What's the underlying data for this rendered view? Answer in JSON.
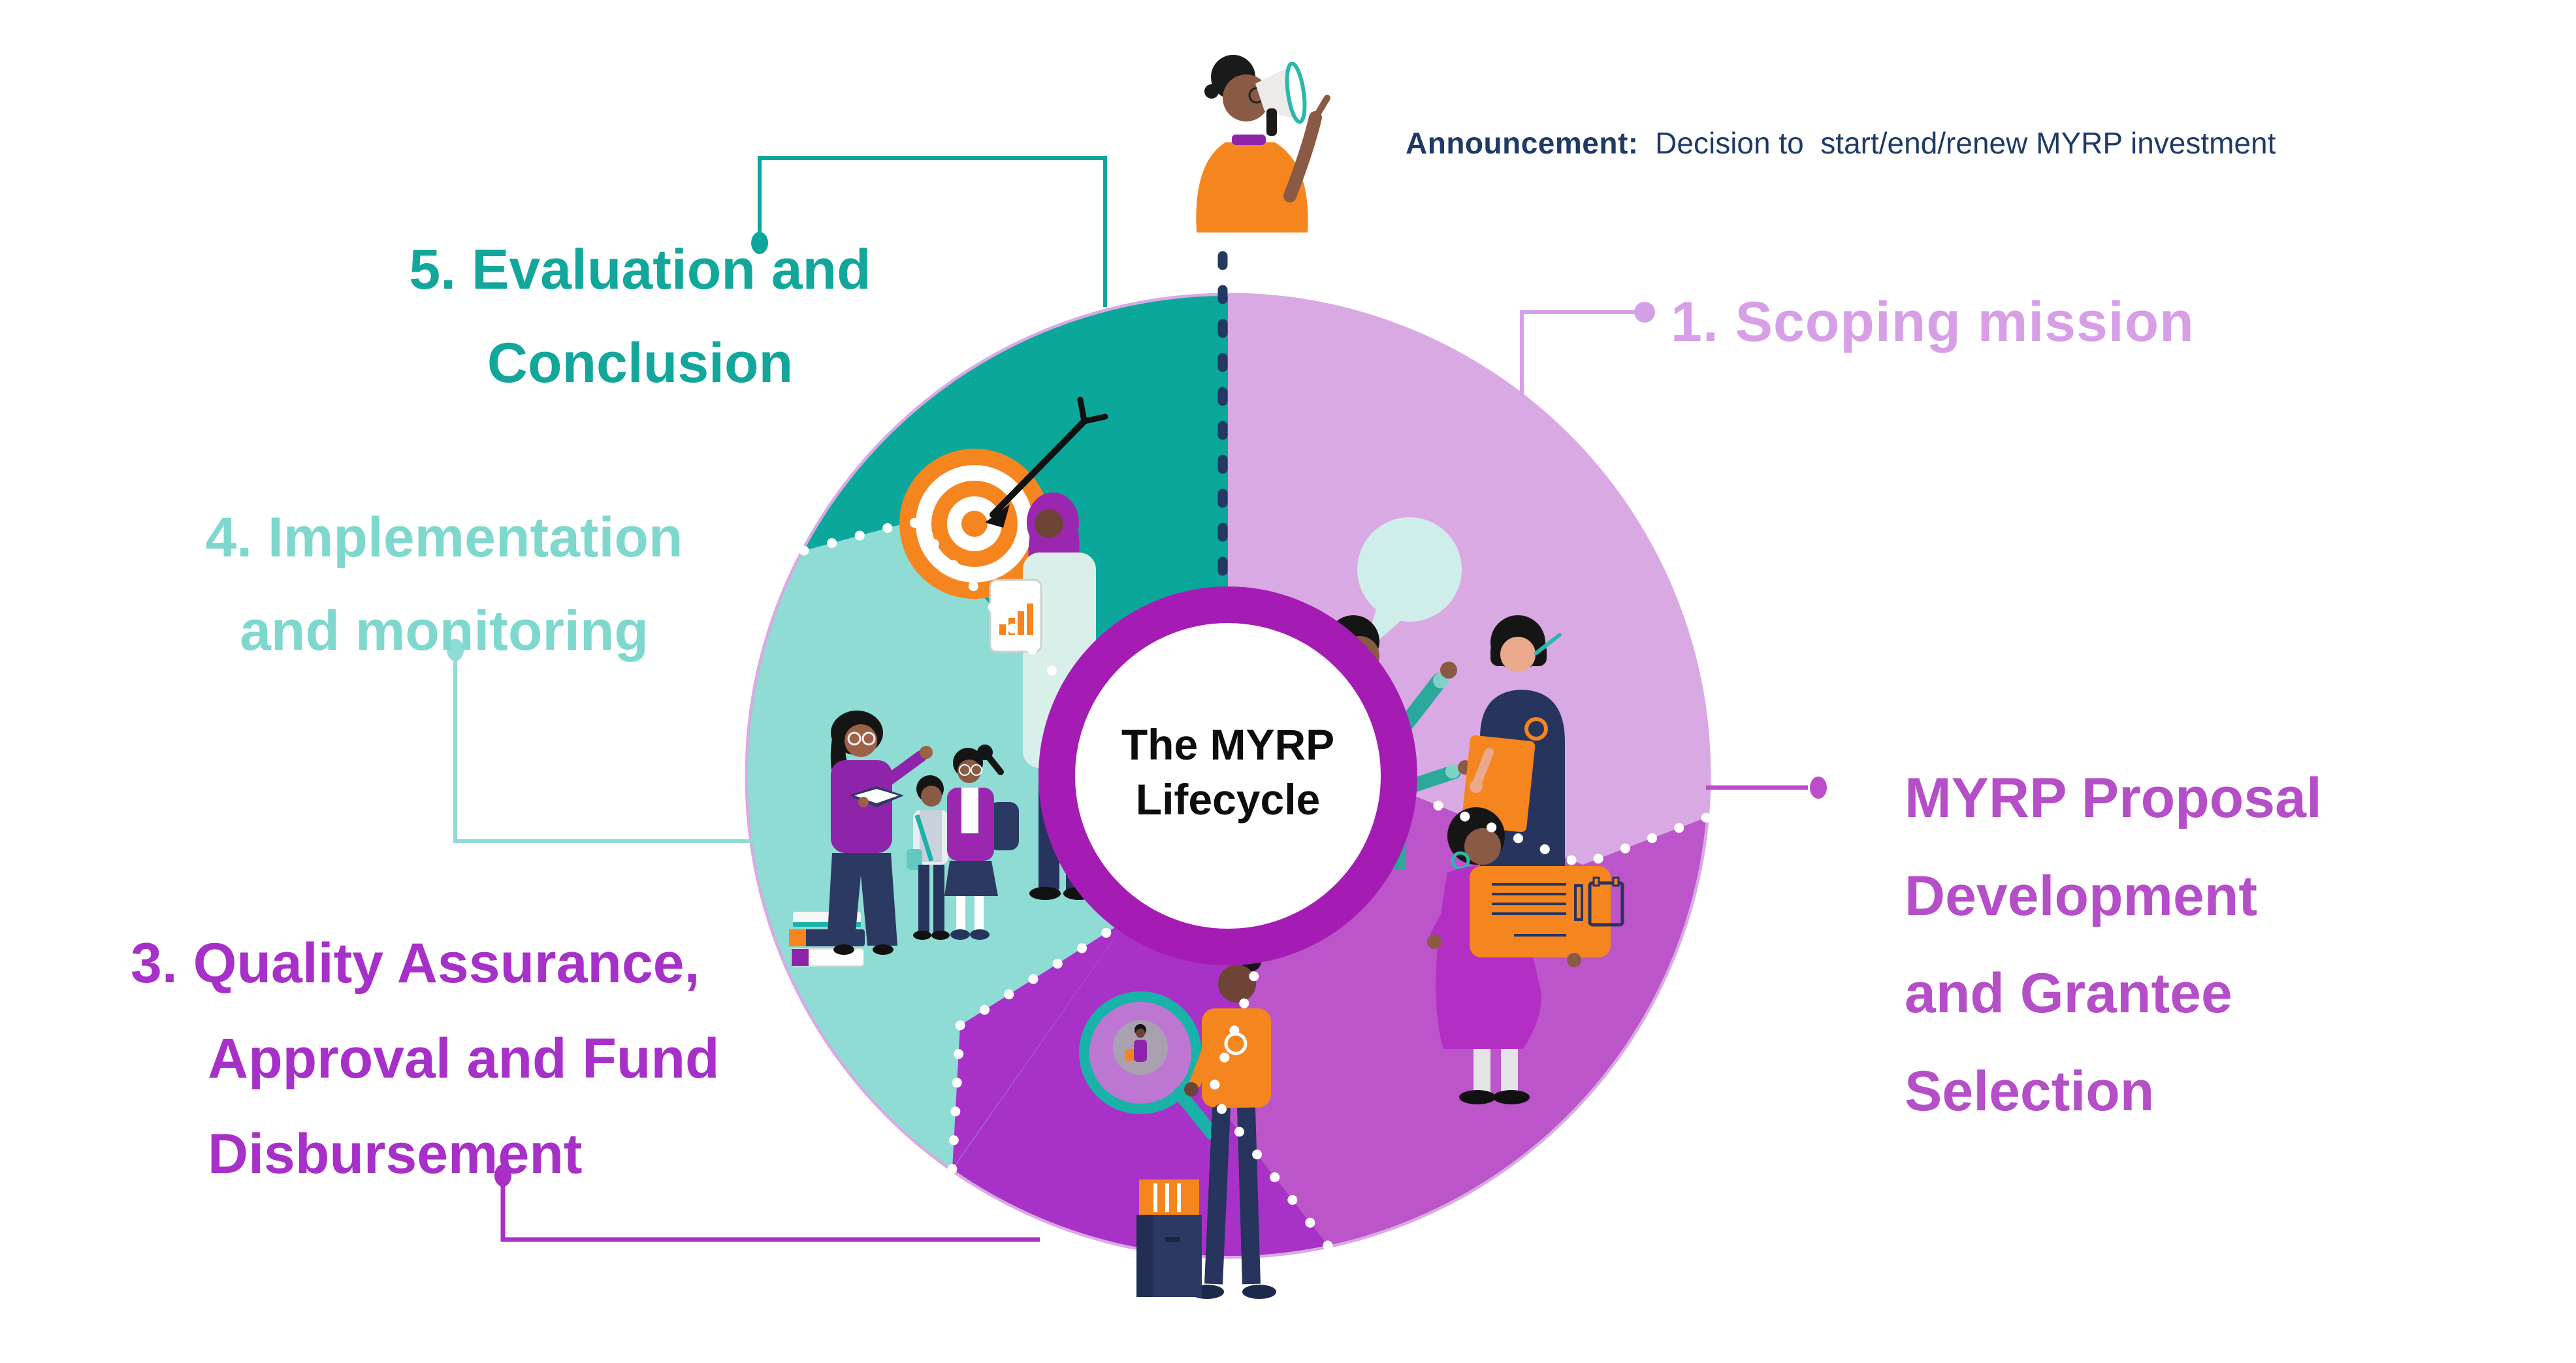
{
  "diagram_title": {
    "line1": "The MYRP",
    "line2": "Lifecycle"
  },
  "announcement": {
    "label": "Announcement:",
    "text": "  Decision to  start/end/renew MYRP investment",
    "color": "#1e3a66"
  },
  "stages": [
    {
      "number": "1",
      "label_lines": [
        "1. Scoping mission"
      ],
      "segment_color": "#d9a9e3",
      "label_color": "#d79fe6",
      "icon": "conversation-people-icon"
    },
    {
      "number": "2",
      "label_lines": [
        "MYRP Proposal",
        "Development",
        "and Grantee",
        "Selection"
      ],
      "segment_color": "#bb55c9",
      "label_color": "#b44fc8",
      "icon": "proposal-board-person-icon"
    },
    {
      "number": "3",
      "label_lines": [
        "3. Quality Assurance,",
        "Approval and Fund",
        "Disbursement"
      ],
      "segment_color": "#a832c8",
      "label_color": "#a630c8",
      "icon": "magnifier-person-icon"
    },
    {
      "number": "4",
      "label_lines": [
        "4. Implementation",
        "and monitoring"
      ],
      "segment_color": "#8edcd4",
      "label_color": "#7ed8cd",
      "icon": "teacher-students-icon"
    },
    {
      "number": "5",
      "label_lines": [
        "5. Evaluation and",
        "Conclusion"
      ],
      "segment_color": "#0ca79b",
      "label_color": "#12a79a",
      "icon": "dartboard-tablet-person-icon"
    }
  ],
  "colors": {
    "ring": "#a51cb5",
    "divider_navy": "#223a63",
    "chevron_dots": "#ffffff",
    "accent_orange": "#f5851f",
    "accent_teal": "#19b2a8",
    "speech_bubble_mint": "#cfeeea",
    "background": "#ffffff"
  }
}
